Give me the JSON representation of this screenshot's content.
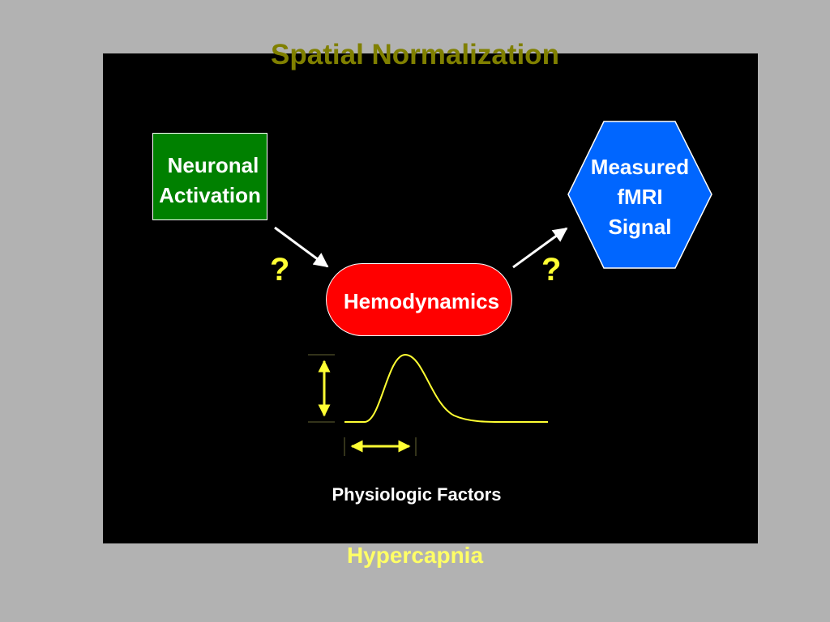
{
  "title": "Spatial Normalization",
  "neuronal": {
    "line1": "Neuronal",
    "line2": "Activation"
  },
  "measured": {
    "line1": "Measured",
    "line2": "fMRI",
    "line3": "Signal"
  },
  "hemodynamics": "Hemodynamics",
  "question_left": "?",
  "question_right": "?",
  "physiologic": "Physiologic Factors",
  "hypercapnia": "Hypercapnia",
  "colors": {
    "background": "#b2b2b2",
    "panel": "#000000",
    "title": "#808000",
    "neuronal_fill": "#008000",
    "measured_fill": "#0066ff",
    "hemo_fill": "#ff0000",
    "accent_yellow": "#ffff33",
    "hypercapnia": "#ffff66"
  }
}
